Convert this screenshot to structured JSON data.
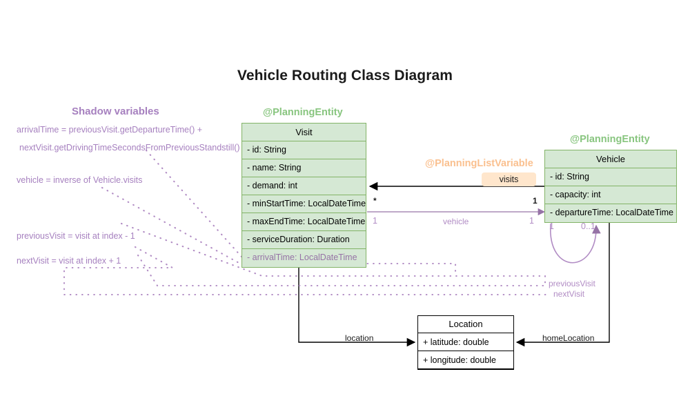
{
  "diagram": {
    "title": "Vehicle Routing Class Diagram",
    "colors": {
      "entity_fill": "#d5e8d4",
      "entity_border": "#82b366",
      "entity_stereotype": "#88c57f",
      "listvar_stereotype": "#fac08f",
      "role_badge_fill": "#ffe6cc",
      "shadow_purple": "#a680bf",
      "plain_border": "#000000",
      "background": "#ffffff"
    }
  },
  "shadow_panel": {
    "title": "Shadow variables",
    "notes": [
      "arrivalTime = previousVisit.getDepartureTime() +",
      "nextVisit.getDrivingTimeSecondsFromPreviousStandstill()",
      "vehicle = inverse of Vehicle.visits",
      "previousVisit = visit at index - 1",
      "nextVisit = visit at index + 1"
    ]
  },
  "classes": {
    "visit": {
      "stereotype": "@PlanningEntity",
      "name": "Visit",
      "attributes": [
        {
          "text": "- id: String",
          "shadow": false
        },
        {
          "text": "- name: String",
          "shadow": false
        },
        {
          "text": "- demand: int",
          "shadow": false
        },
        {
          "text": "- minStartTime: LocalDateTime",
          "shadow": false
        },
        {
          "text": "- maxEndTime: LocalDateTime",
          "shadow": false
        },
        {
          "text": "- serviceDuration: Duration",
          "shadow": false
        },
        {
          "text": "- arrivalTime: LocalDateTime",
          "shadow": true
        }
      ]
    },
    "vehicle": {
      "stereotype": "@PlanningEntity",
      "name": "Vehicle",
      "attributes": [
        {
          "text": "- id: String",
          "shadow": false
        },
        {
          "text": "- capacity: int",
          "shadow": false
        },
        {
          "text": "- departureTime: LocalDateTime",
          "shadow": false
        }
      ]
    },
    "location": {
      "name": "Location",
      "attributes": [
        {
          "text": "+ latitude: double",
          "shadow": false
        },
        {
          "text": "+ longitude: double",
          "shadow": false
        }
      ]
    }
  },
  "annotations": {
    "planning_list_variable": "@PlanningListVariable",
    "visits_badge": "visits"
  },
  "edges": {
    "visits": {
      "label": "visits",
      "source_multiplicity": "1",
      "target_multiplicity": "*"
    },
    "vehicle": {
      "label": "vehicle",
      "source_multiplicity": "1",
      "target_multiplicity": "1"
    },
    "visit_location": {
      "label": "location"
    },
    "vehicle_home_location": {
      "label": "homeLocation"
    },
    "previous_visit": {
      "label": "previousVisit"
    },
    "next_visit": {
      "label": "nextVisit"
    },
    "vehicle_self_loop": {
      "source_multiplicity": "1",
      "target_multiplicity": "0..1"
    }
  }
}
